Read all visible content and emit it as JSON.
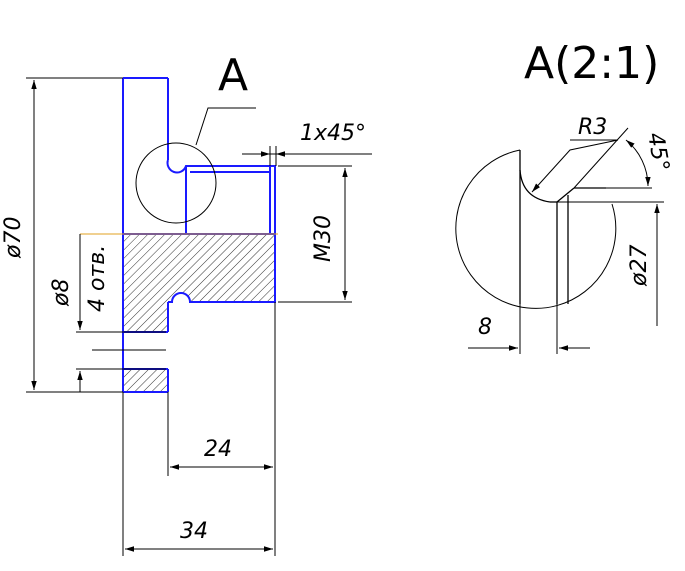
{
  "drawing": {
    "view_label": "A",
    "detail_label": "A(2:1)",
    "dims": {
      "chamfer": "1x45°",
      "thread": "M30",
      "outer_diameter": "ø70",
      "hole_diameter": "ø8",
      "hole_count": "4 отв.",
      "length_24": "24",
      "length_34": "34",
      "radius": "R3",
      "angle": "45°",
      "diameter_27": "ø27",
      "width_8": "8"
    }
  },
  "colors": {
    "part_outline": "#1a1aff",
    "centerline": "#e0a020",
    "dimension": "#000000"
  }
}
